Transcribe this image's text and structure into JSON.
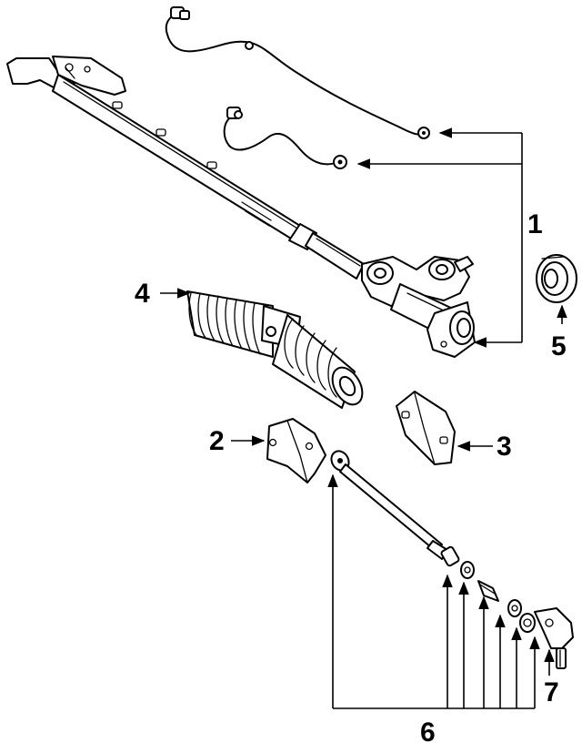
{
  "diagram": {
    "callouts": [
      {
        "id": "1",
        "label": "1"
      },
      {
        "id": "2",
        "label": "2"
      },
      {
        "id": "3",
        "label": "3"
      },
      {
        "id": "4",
        "label": "4"
      },
      {
        "id": "5",
        "label": "5"
      },
      {
        "id": "6",
        "label": "6"
      },
      {
        "id": "7",
        "label": "7"
      }
    ],
    "parts": [
      "steering-rack-assembly",
      "pressure-line",
      "return-line",
      "rack-mount-bracket-left",
      "rack-mount-bracket-right",
      "rack-boot",
      "pinion-seal",
      "inner-tie-rod",
      "tie-rod-end"
    ]
  }
}
